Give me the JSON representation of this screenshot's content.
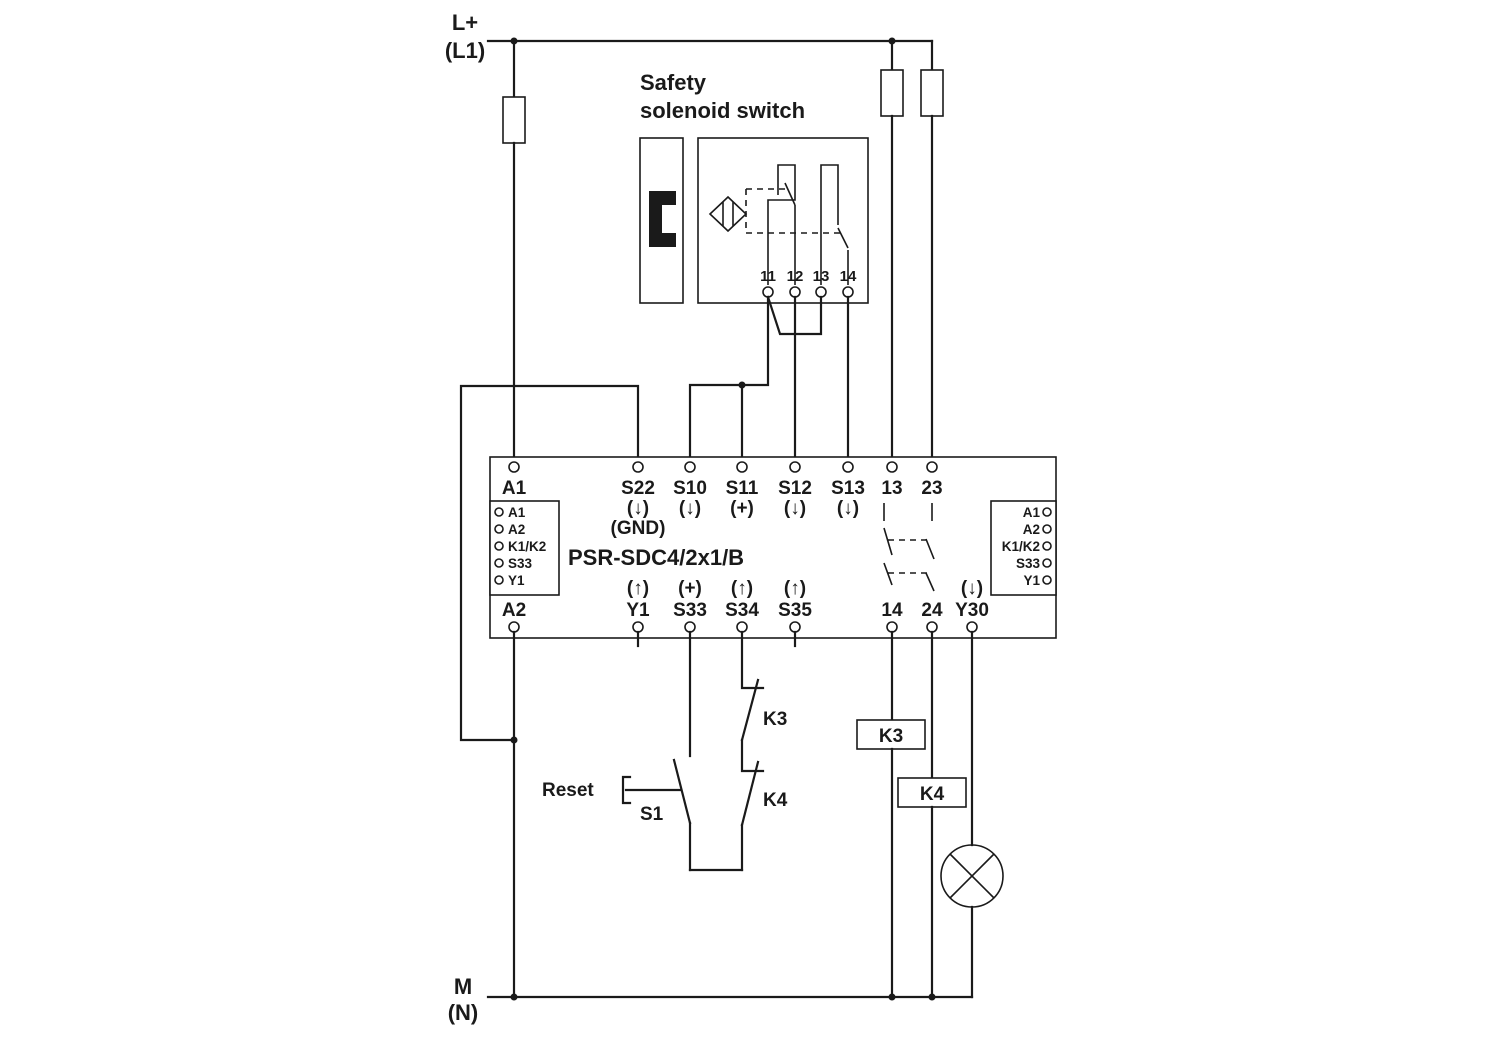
{
  "supply": {
    "top_line": "L+",
    "top_line_alt": "(L1)",
    "bottom_line": "M",
    "bottom_line_alt": "(N)"
  },
  "switch": {
    "title_line1": "Safety",
    "title_line2": "solenoid switch",
    "terminals": [
      "11",
      "12",
      "13",
      "14"
    ]
  },
  "relay": {
    "model": "PSR-SDC4/2x1/B",
    "top_terminals": [
      "A1",
      "S22",
      "S10",
      "S11",
      "S12",
      "S13",
      "13",
      "23"
    ],
    "top_symbols": [
      "(↓)",
      "(↓)",
      "(+)",
      "(↓)",
      "(↓)"
    ],
    "gnd_label": "(GND)",
    "bottom_terminals": [
      "A2",
      "Y1",
      "S33",
      "S34",
      "S35",
      "14",
      "24",
      "Y30"
    ],
    "bottom_symbols": [
      "(↑)",
      "(+)",
      "(↑)",
      "(↑)",
      "(↓)"
    ],
    "left_block": [
      "A1",
      "A2",
      "K1/K2",
      "S33",
      "Y1"
    ],
    "right_block": [
      "A1",
      "A2",
      "K1/K2",
      "S33",
      "Y1"
    ]
  },
  "external": {
    "reset_label": "Reset",
    "s1_label": "S1",
    "k3_contact": "K3",
    "k4_contact": "K4",
    "k3_coil": "K3",
    "k4_coil": "K4"
  }
}
